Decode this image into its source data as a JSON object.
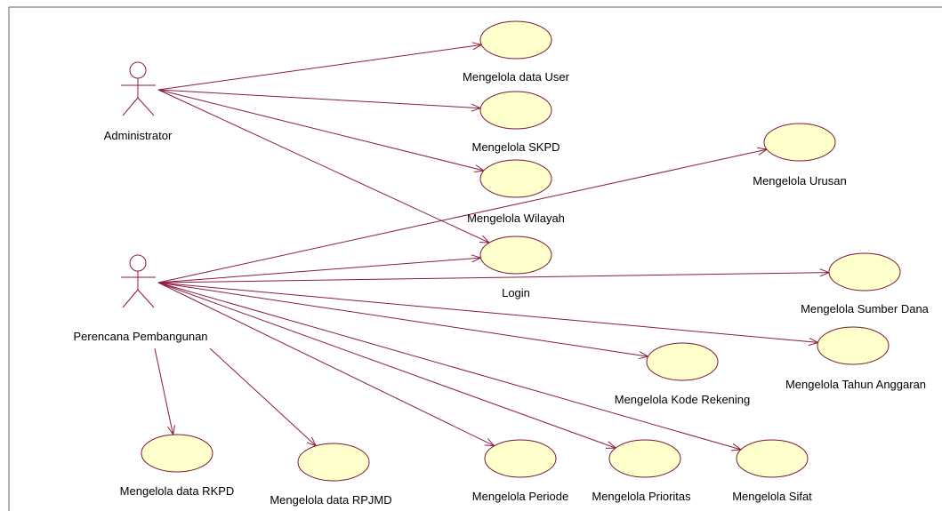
{
  "diagram": {
    "colors": {
      "line": "#8b1c3c",
      "usecase_fill": "#ffffcc",
      "usecase_stroke": "#7a1a36",
      "text": "#000000",
      "frame": "#606060"
    },
    "actors": {
      "admin": {
        "label": "Administrator"
      },
      "planner": {
        "label": "Perencana Pembangunan"
      }
    },
    "usecases": {
      "user": "Mengelola data User",
      "skpd": "Mengelola SKPD",
      "urusan": "Mengelola Urusan",
      "wilayah": "Mengelola Wilayah",
      "login": "Login",
      "sumber_dana": "Mengelola Sumber Dana",
      "tahun_anggaran": "Mengelola Tahun Anggaran",
      "kode_rekening": "Mengelola Kode Rekening",
      "rkpd": "Mengelola data RKPD",
      "rpjmd": "Mengelola data RPJMD",
      "periode": "Mengelola Periode",
      "prioritas": "Mengelola Prioritas",
      "sifat": "Mengelola Sifat"
    },
    "associations": [
      {
        "from": "admin",
        "to": "user"
      },
      {
        "from": "admin",
        "to": "skpd"
      },
      {
        "from": "admin",
        "to": "wilayah"
      },
      {
        "from": "admin",
        "to": "login"
      },
      {
        "from": "planner",
        "to": "urusan"
      },
      {
        "from": "planner",
        "to": "login"
      },
      {
        "from": "planner",
        "to": "sumber_dana"
      },
      {
        "from": "planner",
        "to": "tahun_anggaran"
      },
      {
        "from": "planner",
        "to": "kode_rekening"
      },
      {
        "from": "planner",
        "to": "rkpd"
      },
      {
        "from": "planner",
        "to": "rpjmd"
      },
      {
        "from": "planner",
        "to": "periode"
      },
      {
        "from": "planner",
        "to": "prioritas"
      },
      {
        "from": "planner",
        "to": "sifat"
      }
    ]
  }
}
